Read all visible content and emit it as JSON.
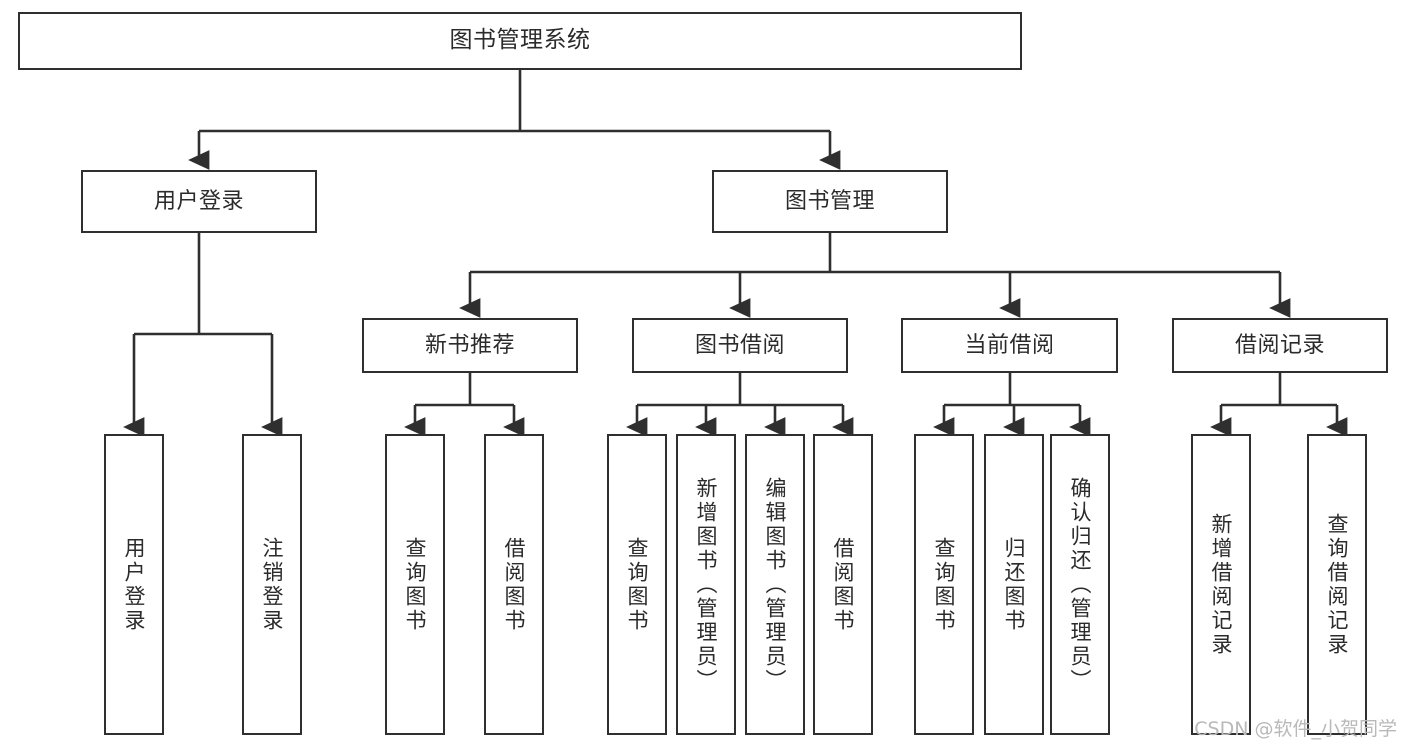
{
  "diagram": {
    "title": "图书管理系统",
    "watermark": "CSDN @软件_小贺同学",
    "stroke_color": "#2f2f2f",
    "background_color": "#ffffff",
    "text_color": "#2b2b2b",
    "levels": {
      "root": {
        "label": "图书管理系统"
      },
      "level1": [
        {
          "label": "用户登录"
        },
        {
          "label": "图书管理"
        }
      ],
      "level2": [
        {
          "label": "新书推荐"
        },
        {
          "label": "图书借阅"
        },
        {
          "label": "当前借阅"
        },
        {
          "label": "借阅记录"
        }
      ],
      "leaves": {
        "user_login": [
          {
            "label": "用户登录"
          },
          {
            "label": "注销登录"
          }
        ],
        "new_book_recommend": [
          {
            "label": "查询图书"
          },
          {
            "label": "借阅图书"
          }
        ],
        "book_borrow": [
          {
            "label": "查询图书"
          },
          {
            "label": "新增图书（管理员）"
          },
          {
            "label": "编辑图书（管理员）"
          },
          {
            "label": "借阅图书"
          }
        ],
        "current_borrow": [
          {
            "label": "查询图书"
          },
          {
            "label": "归还图书"
          },
          {
            "label": "确认归还（管理员）"
          }
        ],
        "borrow_record": [
          {
            "label": "新增借阅记录"
          },
          {
            "label": "查询借阅记录"
          }
        ]
      }
    }
  }
}
